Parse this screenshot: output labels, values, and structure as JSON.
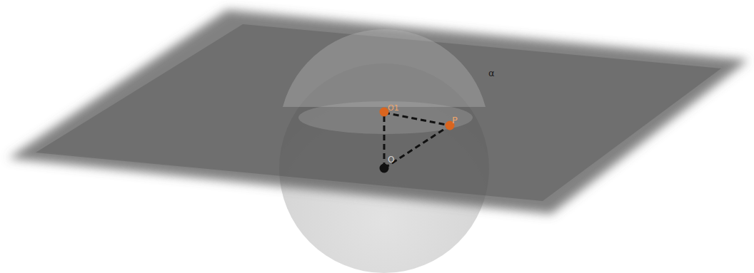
{
  "diagram": {
    "labels": [
      "O1",
      "P",
      "O",
      "α"
    ]
  }
}
